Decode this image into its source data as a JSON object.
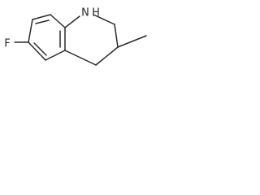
{
  "molecule": {
    "atom_labels": {
      "nh": "N",
      "h": "H",
      "f": "F"
    }
  }
}
